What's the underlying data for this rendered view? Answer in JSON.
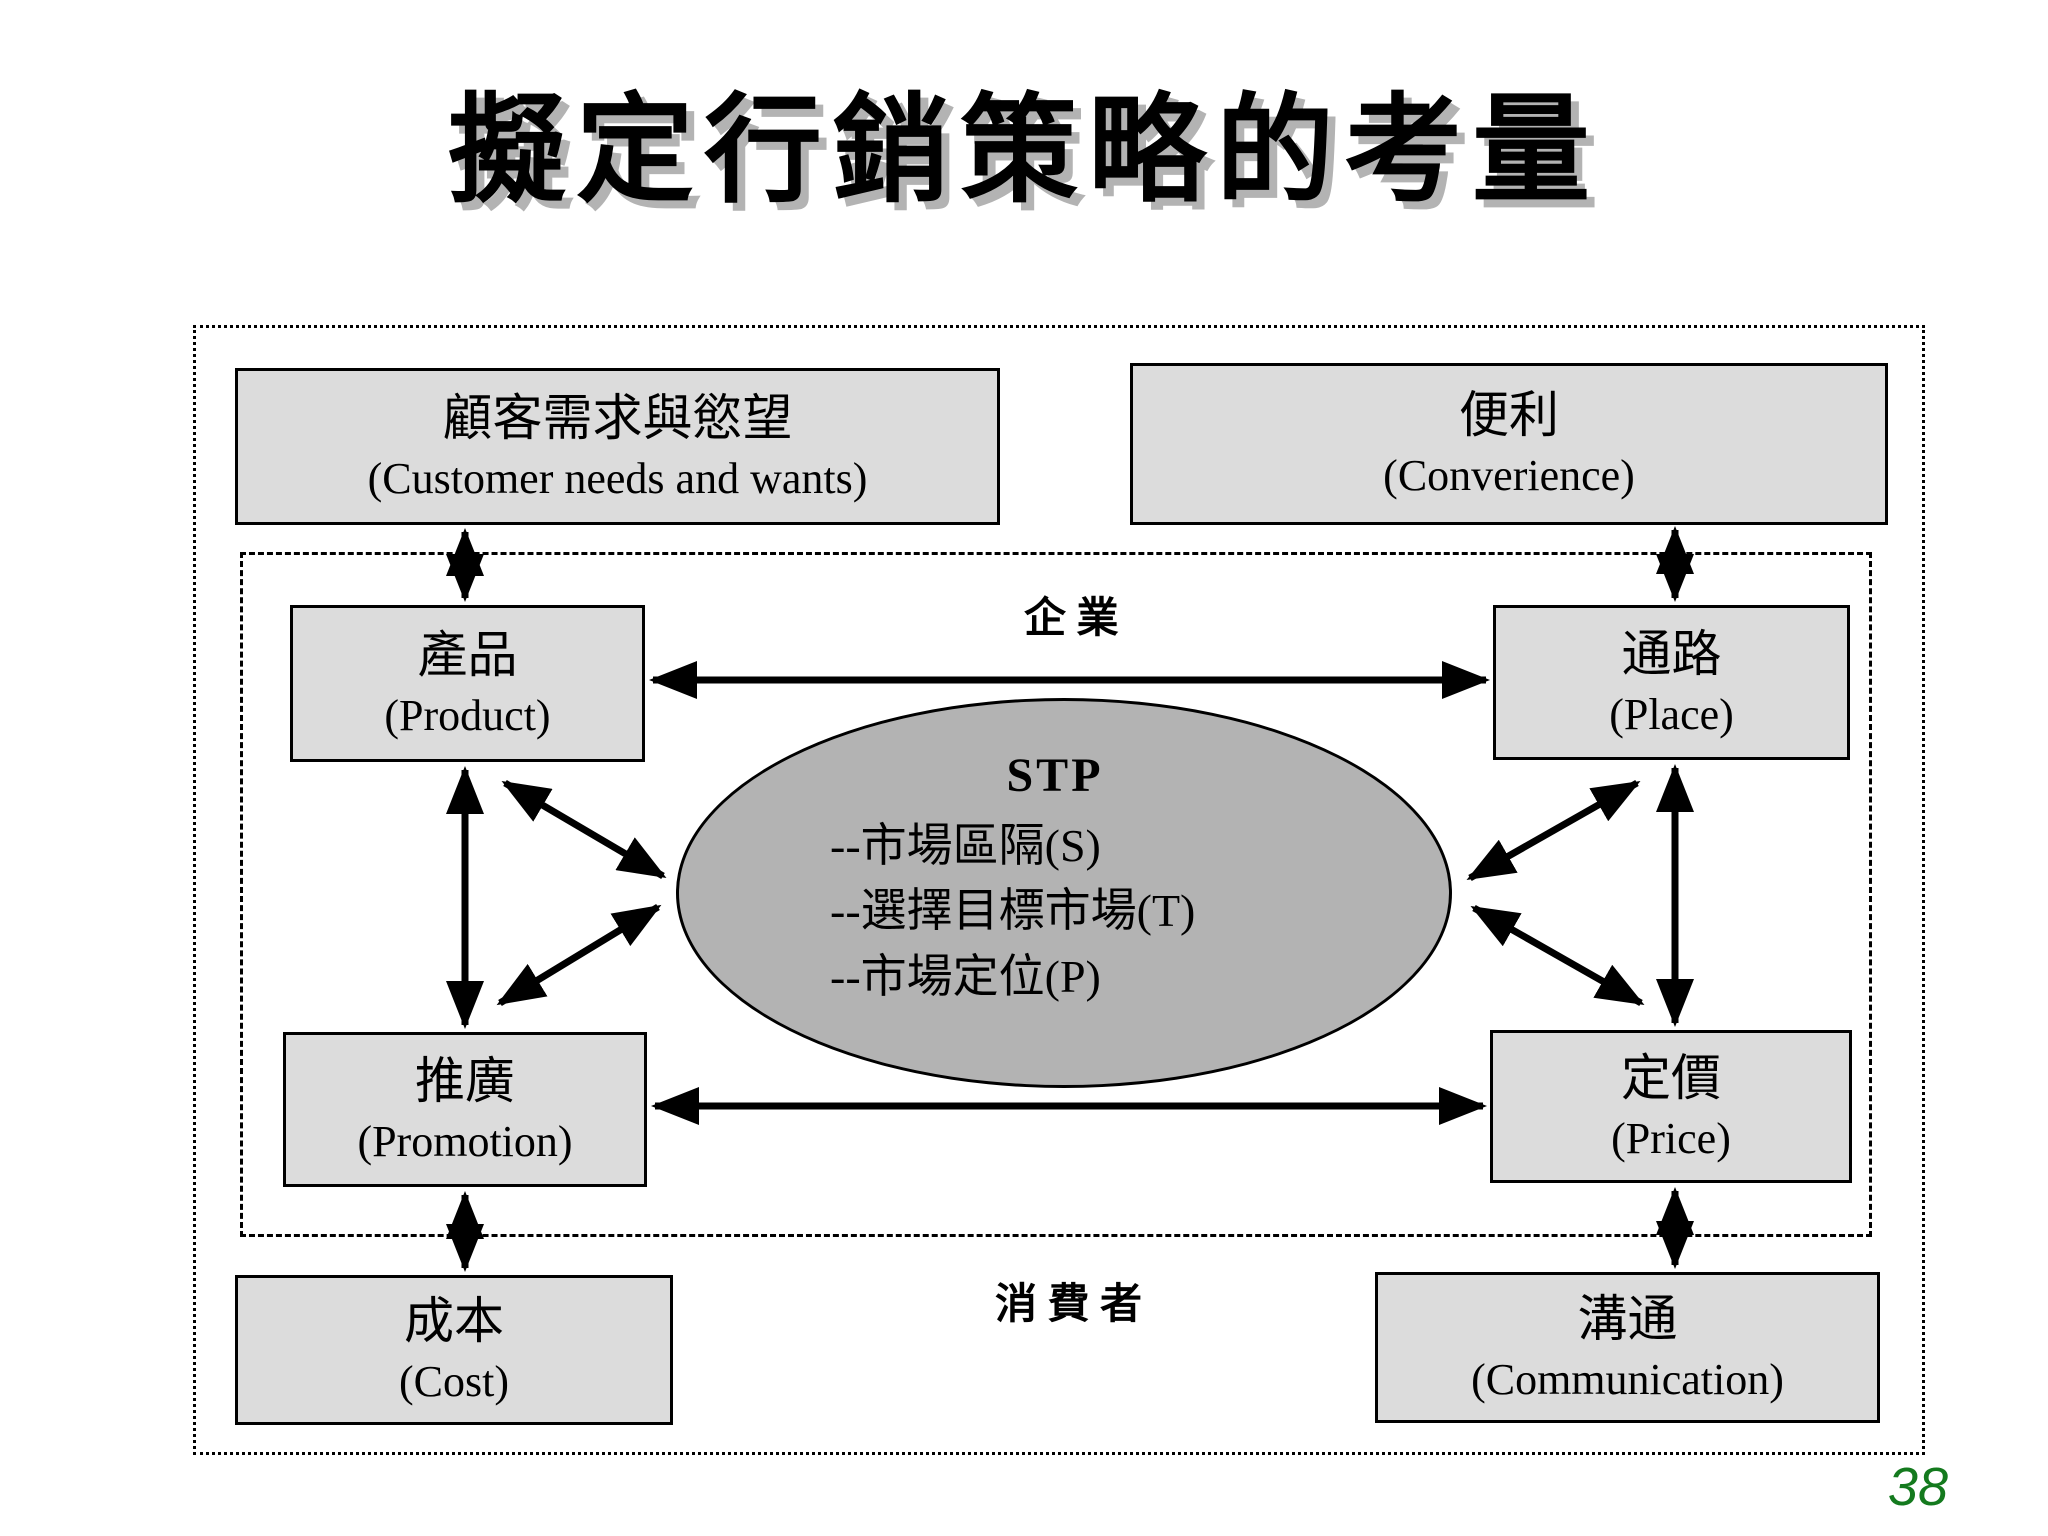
{
  "slide": {
    "title": "擬定行銷策略的考量",
    "page_number": "38"
  },
  "region_labels": {
    "enterprise": "企 業",
    "consumer": "消 費 者"
  },
  "stp_ellipse": {
    "heading": "STP",
    "lines": [
      "--市場區隔(S)",
      "--選擇目標市場(T)",
      "--市場定位(P)"
    ]
  },
  "boxes": {
    "customer_needs": {
      "zh": "顧客需求與慾望",
      "en": "(Customer needs and wants)"
    },
    "convenience": {
      "zh": "便利",
      "en": "(Converience)"
    },
    "product": {
      "zh": "產品",
      "en": "(Product)"
    },
    "place": {
      "zh": "通路",
      "en": "(Place)"
    },
    "promotion": {
      "zh": "推廣",
      "en": "(Promotion)"
    },
    "price": {
      "zh": "定價",
      "en": "(Price)"
    },
    "cost": {
      "zh": "成本",
      "en": "(Cost)"
    },
    "communication": {
      "zh": "溝通",
      "en": "(Communication)"
    }
  },
  "colors": {
    "box_fill": "#dcdcdc",
    "ellipse_fill": "#b3b3b3",
    "line": "#000000",
    "title_shadow": "#b3b3b3",
    "page_number_green": "#147a1e"
  }
}
